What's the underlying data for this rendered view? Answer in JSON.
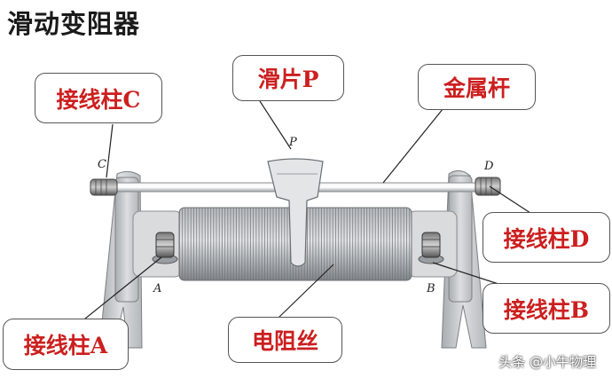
{
  "title": "滑动变阻器",
  "labels": {
    "terminal_c": "接线柱C",
    "slider_p": "滑片P",
    "metal_rod": "金属杆",
    "terminal_d": "接线柱D",
    "terminal_b": "接线柱B",
    "terminal_a": "接线柱A",
    "resistance_wire": "电阻丝"
  },
  "pin_letters": {
    "c": "C",
    "p": "P",
    "d": "D",
    "a": "A",
    "b": "B"
  },
  "watermark": "头条 @小牛物理",
  "colors": {
    "label_text": "#cc1f1f",
    "callout_border": "#555555",
    "stand": "#c8cacc",
    "coil": "#8d9196"
  }
}
